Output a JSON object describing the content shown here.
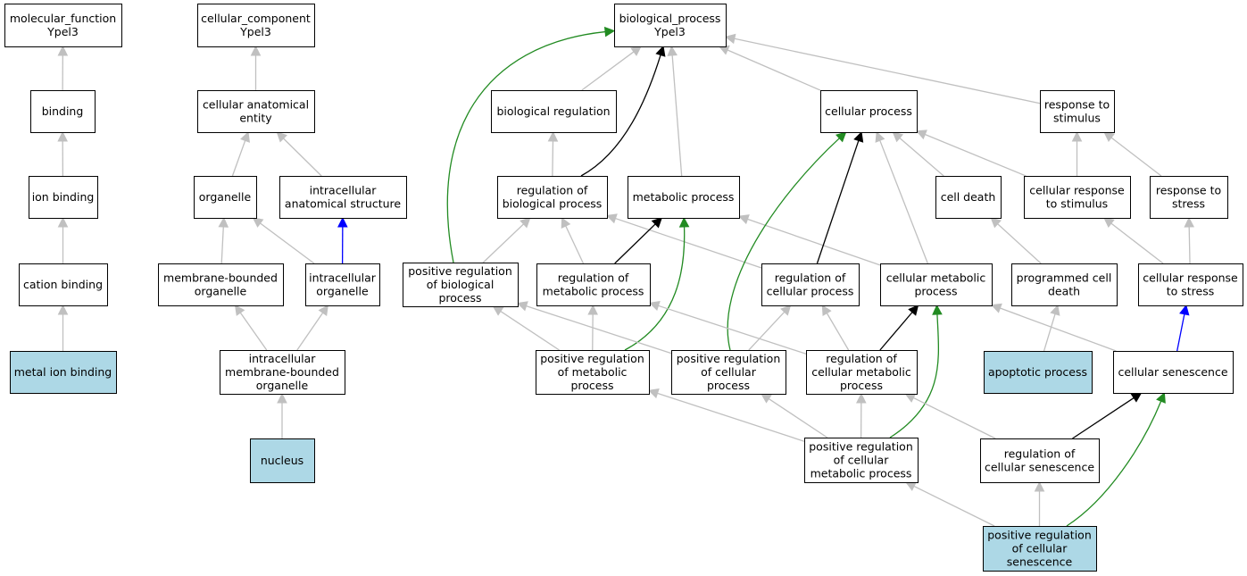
{
  "colors": {
    "highlight_fill": "#add8e6",
    "node_fill": "#ffffff",
    "is_a": "#c0c0c0",
    "regulates": "#000000",
    "positively_regulates": "#228b22",
    "part_of": "#0000ff"
  },
  "nodes": [
    {
      "id": "mf",
      "lines": [
        "molecular_function",
        "Ypel3"
      ],
      "highlight": false
    },
    {
      "id": "cc",
      "lines": [
        "cellular_component",
        "Ypel3"
      ],
      "highlight": false
    },
    {
      "id": "bp",
      "lines": [
        "biological_process",
        "Ypel3"
      ],
      "highlight": false
    },
    {
      "id": "binding",
      "lines": [
        "binding"
      ],
      "highlight": false
    },
    {
      "id": "ionb",
      "lines": [
        "ion binding"
      ],
      "highlight": false
    },
    {
      "id": "catb",
      "lines": [
        "cation binding"
      ],
      "highlight": false
    },
    {
      "id": "metb",
      "lines": [
        "metal ion binding"
      ],
      "highlight": true
    },
    {
      "id": "cae",
      "lines": [
        "cellular anatomical",
        "entity"
      ],
      "highlight": false
    },
    {
      "id": "org",
      "lines": [
        "organelle"
      ],
      "highlight": false
    },
    {
      "id": "ias",
      "lines": [
        "intracellular",
        "anatomical structure"
      ],
      "highlight": false
    },
    {
      "id": "mbo",
      "lines": [
        "membrane-bounded",
        "organelle"
      ],
      "highlight": false
    },
    {
      "id": "io",
      "lines": [
        "intracellular",
        "organelle"
      ],
      "highlight": false
    },
    {
      "id": "imbo",
      "lines": [
        "intracellular",
        "membrane-bounded",
        "organelle"
      ],
      "highlight": false
    },
    {
      "id": "nucleus",
      "lines": [
        "nucleus"
      ],
      "highlight": true
    },
    {
      "id": "breg",
      "lines": [
        "biological regulation"
      ],
      "highlight": false
    },
    {
      "id": "cproc",
      "lines": [
        "cellular process"
      ],
      "highlight": false
    },
    {
      "id": "rts",
      "lines": [
        "response to",
        "stimulus"
      ],
      "highlight": false
    },
    {
      "id": "rbp",
      "lines": [
        "regulation of",
        "biological process"
      ],
      "highlight": false
    },
    {
      "id": "mproc",
      "lines": [
        "metabolic process"
      ],
      "highlight": false
    },
    {
      "id": "cdeath",
      "lines": [
        "cell death"
      ],
      "highlight": false
    },
    {
      "id": "crs",
      "lines": [
        "cellular response",
        "to stimulus"
      ],
      "highlight": false
    },
    {
      "id": "rtstress",
      "lines": [
        "response to",
        "stress"
      ],
      "highlight": false
    },
    {
      "id": "prbp",
      "lines": [
        "positive regulation",
        "of biological",
        "process"
      ],
      "highlight": false
    },
    {
      "id": "rmp",
      "lines": [
        "regulation of",
        "metabolic process"
      ],
      "highlight": false
    },
    {
      "id": "rcp",
      "lines": [
        "regulation of",
        "cellular process"
      ],
      "highlight": false
    },
    {
      "id": "cmp",
      "lines": [
        "cellular metabolic",
        "process"
      ],
      "highlight": false
    },
    {
      "id": "pcd",
      "lines": [
        "programmed cell",
        "death"
      ],
      "highlight": false
    },
    {
      "id": "crstress",
      "lines": [
        "cellular response",
        "to stress"
      ],
      "highlight": false
    },
    {
      "id": "prmp",
      "lines": [
        "positive regulation",
        "of metabolic",
        "process"
      ],
      "highlight": false
    },
    {
      "id": "prcp",
      "lines": [
        "positive regulation",
        "of cellular",
        "process"
      ],
      "highlight": false
    },
    {
      "id": "rcmp",
      "lines": [
        "regulation of",
        "cellular metabolic",
        "process"
      ],
      "highlight": false
    },
    {
      "id": "apop",
      "lines": [
        "apoptotic process"
      ],
      "highlight": true
    },
    {
      "id": "csen",
      "lines": [
        "cellular senescence"
      ],
      "highlight": false
    },
    {
      "id": "prcmp",
      "lines": [
        "positive regulation",
        "of cellular",
        "metabolic process"
      ],
      "highlight": false
    },
    {
      "id": "rcs",
      "lines": [
        "regulation of",
        "cellular senescence"
      ],
      "highlight": false
    },
    {
      "id": "prcs",
      "lines": [
        "positive regulation",
        "of cellular",
        "senescence"
      ],
      "highlight": true
    }
  ],
  "edges": [
    {
      "from": "binding",
      "to": "mf",
      "type": "is_a"
    },
    {
      "from": "ionb",
      "to": "binding",
      "type": "is_a"
    },
    {
      "from": "catb",
      "to": "ionb",
      "type": "is_a"
    },
    {
      "from": "metb",
      "to": "catb",
      "type": "is_a"
    },
    {
      "from": "cae",
      "to": "cc",
      "type": "is_a"
    },
    {
      "from": "org",
      "to": "cae",
      "type": "is_a"
    },
    {
      "from": "ias",
      "to": "cae",
      "type": "is_a"
    },
    {
      "from": "mbo",
      "to": "org",
      "type": "is_a"
    },
    {
      "from": "io",
      "to": "org",
      "type": "is_a"
    },
    {
      "from": "io",
      "to": "ias",
      "type": "part_of"
    },
    {
      "from": "imbo",
      "to": "mbo",
      "type": "is_a"
    },
    {
      "from": "imbo",
      "to": "io",
      "type": "is_a"
    },
    {
      "from": "nucleus",
      "to": "imbo",
      "type": "is_a"
    },
    {
      "from": "breg",
      "to": "bp",
      "type": "is_a"
    },
    {
      "from": "rbp",
      "to": "bp",
      "type": "regulates"
    },
    {
      "from": "mproc",
      "to": "bp",
      "type": "is_a"
    },
    {
      "from": "cproc",
      "to": "bp",
      "type": "is_a"
    },
    {
      "from": "rts",
      "to": "bp",
      "type": "is_a"
    },
    {
      "from": "prbp",
      "to": "bp",
      "type": "positively_regulates"
    },
    {
      "from": "rbp",
      "to": "breg",
      "type": "is_a"
    },
    {
      "from": "prbp",
      "to": "rbp",
      "type": "is_a"
    },
    {
      "from": "rmp",
      "to": "rbp",
      "type": "is_a"
    },
    {
      "from": "rcp",
      "to": "rbp",
      "type": "is_a"
    },
    {
      "from": "rmp",
      "to": "mproc",
      "type": "regulates"
    },
    {
      "from": "cmp",
      "to": "mproc",
      "type": "is_a"
    },
    {
      "from": "prmp",
      "to": "mproc",
      "type": "positively_regulates"
    },
    {
      "from": "rcp",
      "to": "cproc",
      "type": "regulates"
    },
    {
      "from": "prcp",
      "to": "cproc",
      "type": "positively_regulates"
    },
    {
      "from": "cmp",
      "to": "cproc",
      "type": "is_a"
    },
    {
      "from": "cdeath",
      "to": "cproc",
      "type": "is_a"
    },
    {
      "from": "crs",
      "to": "cproc",
      "type": "is_a"
    },
    {
      "from": "crs",
      "to": "rts",
      "type": "is_a"
    },
    {
      "from": "rtstress",
      "to": "rts",
      "type": "is_a"
    },
    {
      "from": "pcd",
      "to": "cdeath",
      "type": "is_a"
    },
    {
      "from": "crstress",
      "to": "crs",
      "type": "is_a"
    },
    {
      "from": "crstress",
      "to": "rtstress",
      "type": "is_a"
    },
    {
      "from": "prmp",
      "to": "prbp",
      "type": "is_a"
    },
    {
      "from": "prmp",
      "to": "rmp",
      "type": "is_a"
    },
    {
      "from": "prcp",
      "to": "prbp",
      "type": "is_a"
    },
    {
      "from": "prcp",
      "to": "rcp",
      "type": "is_a"
    },
    {
      "from": "rcmp",
      "to": "rmp",
      "type": "is_a"
    },
    {
      "from": "rcmp",
      "to": "rcp",
      "type": "is_a"
    },
    {
      "from": "rcmp",
      "to": "cmp",
      "type": "regulates"
    },
    {
      "from": "apop",
      "to": "pcd",
      "type": "is_a"
    },
    {
      "from": "csen",
      "to": "cmp",
      "type": "is_a"
    },
    {
      "from": "csen",
      "to": "crstress",
      "type": "part_of"
    },
    {
      "from": "prcmp",
      "to": "prmp",
      "type": "is_a"
    },
    {
      "from": "prcmp",
      "to": "prcp",
      "type": "is_a"
    },
    {
      "from": "prcmp",
      "to": "rcmp",
      "type": "is_a"
    },
    {
      "from": "prcmp",
      "to": "cmp",
      "type": "positively_regulates"
    },
    {
      "from": "rcs",
      "to": "rcmp",
      "type": "is_a"
    },
    {
      "from": "rcs",
      "to": "csen",
      "type": "regulates"
    },
    {
      "from": "prcs",
      "to": "prcmp",
      "type": "is_a"
    },
    {
      "from": "prcs",
      "to": "rcs",
      "type": "is_a"
    },
    {
      "from": "prcs",
      "to": "csen",
      "type": "positively_regulates"
    }
  ]
}
